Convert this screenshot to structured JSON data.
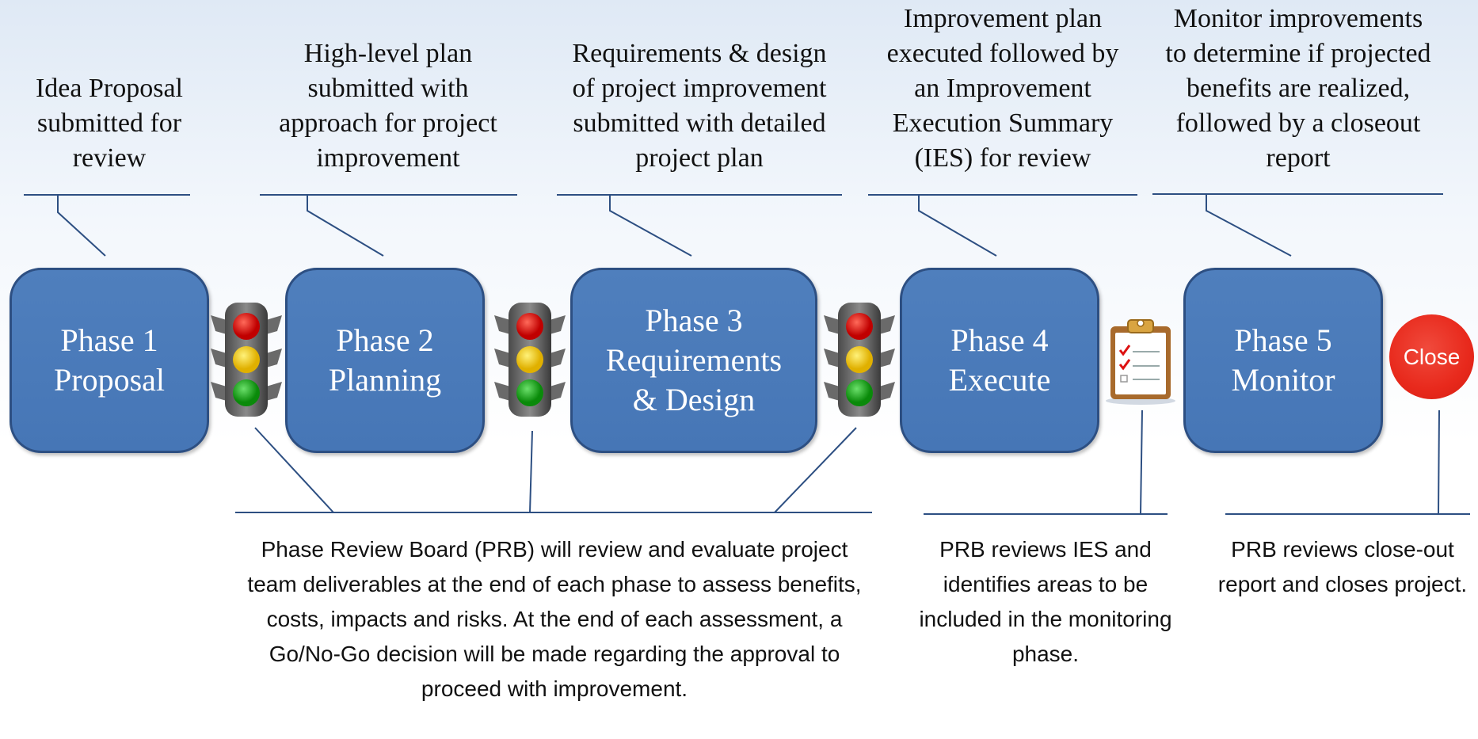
{
  "top_descriptions": [
    "Idea Proposal\nsubmitted for\nreview",
    "High-level plan\nsubmitted with\napproach for project\nimprovement",
    "Requirements & design\nof project improvement\nsubmitted with detailed\nproject plan",
    "Improvement plan\nexecuted followed by\nan Improvement\nExecution Summary\n(IES) for review",
    "Monitor improvements\nto determine if projected\nbenefits are realized,\nfollowed by a closeout\nreport"
  ],
  "phases": [
    {
      "line1": "Phase 1",
      "line2": "Proposal",
      "line3": ""
    },
    {
      "line1": "Phase 2",
      "line2": "Planning",
      "line3": ""
    },
    {
      "line1": "Phase 3",
      "line2": "Requirements",
      "line3": "& Design"
    },
    {
      "line1": "Phase 4",
      "line2": "Execute",
      "line3": ""
    },
    {
      "line1": "Phase 5",
      "line2": "Monitor",
      "line3": ""
    }
  ],
  "close_label": "Close",
  "bottom_descriptions": {
    "prb_review": "Phase Review Board (PRB) will review and evaluate project team deliverables at the end of each phase to assess benefits, costs, impacts and risks.  At the end of each assessment, a Go/No-Go decision will be made regarding the approval to proceed with improvement.",
    "ies_review": "PRB reviews IES and identifies areas to be included in the monitoring phase.",
    "closeout_review": "PRB reviews close-out report and closes project."
  },
  "icons": {
    "gate": "traffic-light-icon",
    "review": "clipboard-checklist-icon",
    "close": "close-button"
  },
  "colors": {
    "phase_fill": "#4a7ab9",
    "phase_border": "#2d4f82",
    "connector": "#2d4f82",
    "close": "#e8291c"
  }
}
